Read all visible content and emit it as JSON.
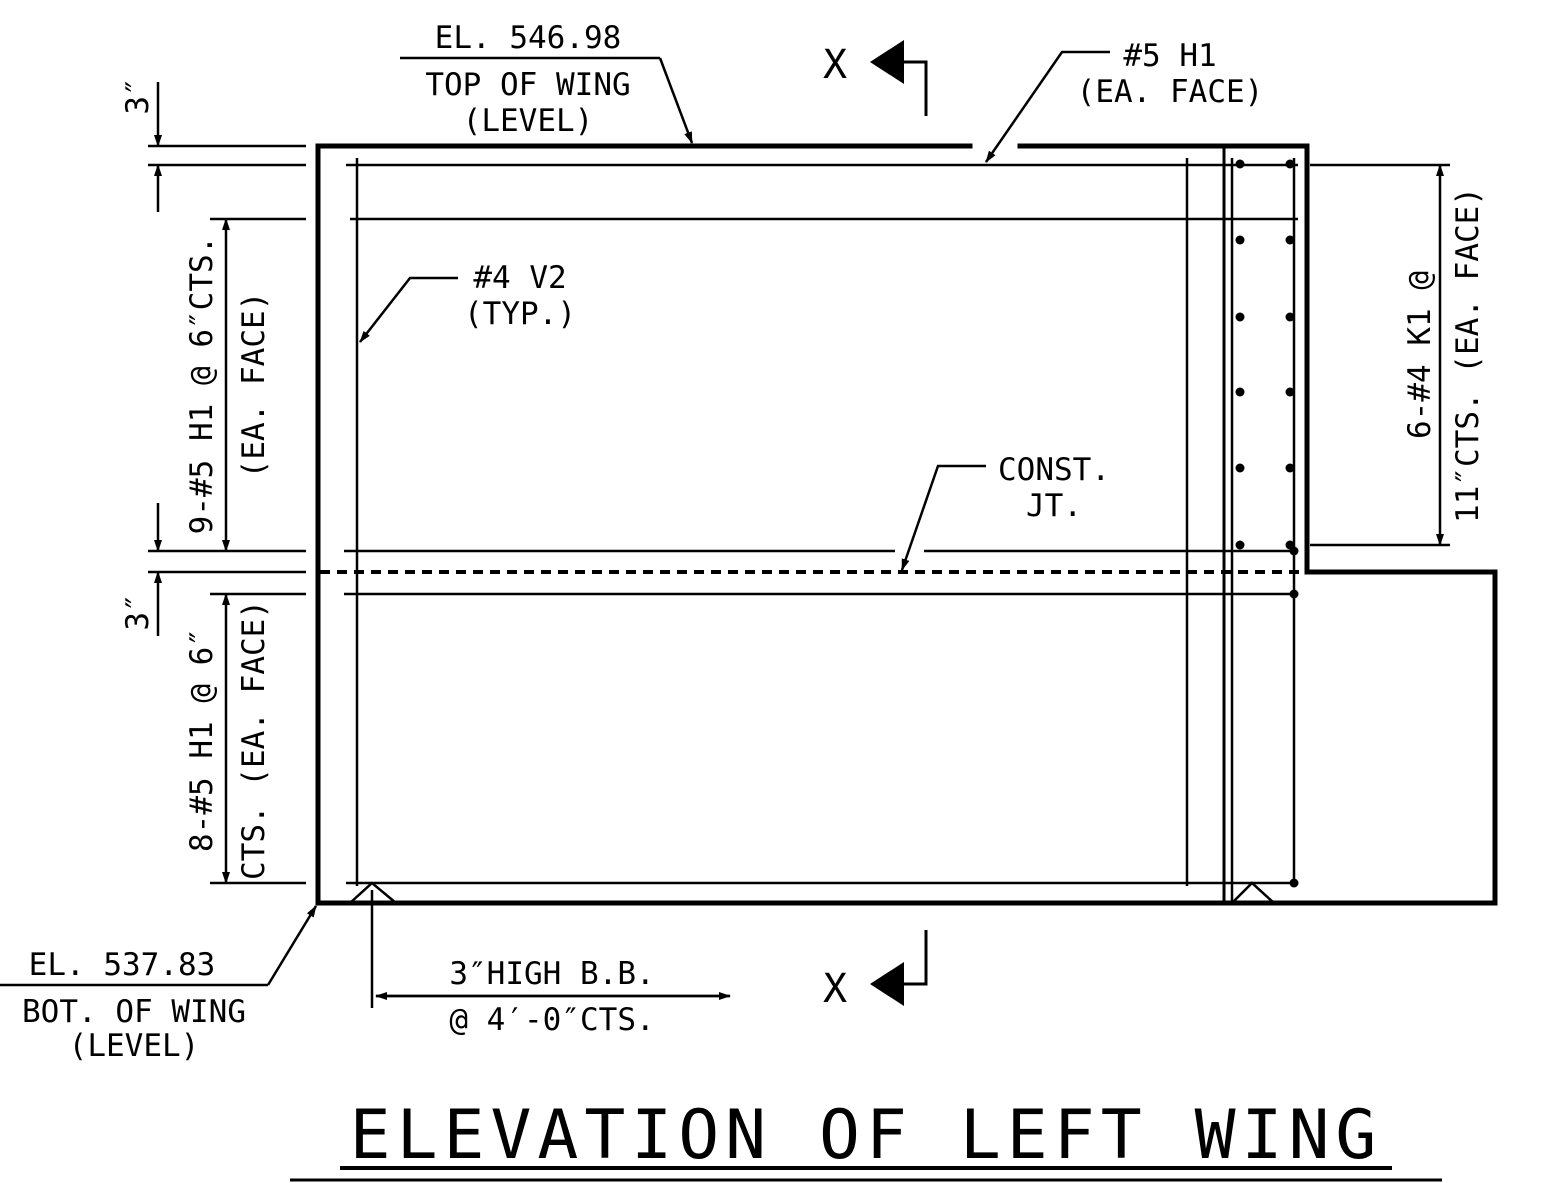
{
  "title": "ELEVATION OF LEFT WING",
  "top_elevation": {
    "value": "EL. 546.98",
    "line1": "TOP OF WING",
    "line2": "(LEVEL)"
  },
  "bottom_elevation": {
    "value": "EL. 537.83",
    "line1": "BOT. OF WING",
    "line2": "(LEVEL)"
  },
  "section_marker": {
    "label": "X"
  },
  "callouts": {
    "h1_top": {
      "line1": "#5 H1",
      "line2": "(EA. FACE)"
    },
    "v2": {
      "line1": "#4 V2",
      "line2": "(TYP.)"
    },
    "const_jt": {
      "line1": "CONST.",
      "line2": "JT."
    },
    "bb": {
      "line1": "3″HIGH B.B.",
      "line2": "@ 4′-0″CTS."
    }
  },
  "dimensions": {
    "cover_top": "3″",
    "cover_mid": "3″",
    "upper_bars": {
      "line1": "9-#5 H1 @ 6″CTS.",
      "line2": "(EA. FACE)"
    },
    "lower_bars": {
      "line1": "8-#5 H1 @ 6″",
      "line2": "CTS. (EA. FACE)"
    },
    "k1_bars": {
      "line1": "6-#4 K1 @",
      "line2": "11″CTS. (EA. FACE)"
    }
  }
}
